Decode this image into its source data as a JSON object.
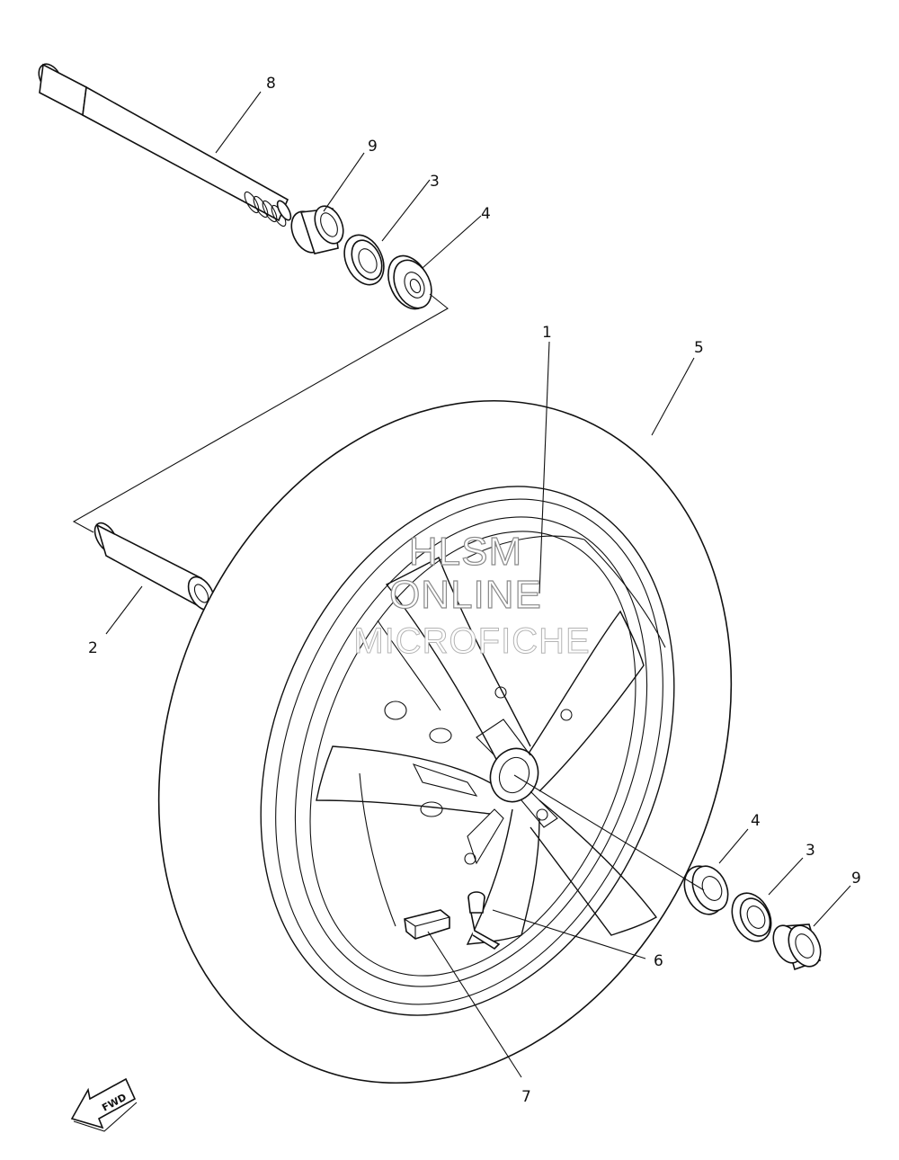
{
  "callouts": [
    {
      "id": "8",
      "label": "8"
    },
    {
      "id": "9-top",
      "label": "9"
    },
    {
      "id": "3-top",
      "label": "3"
    },
    {
      "id": "4-top",
      "label": "4"
    },
    {
      "id": "1",
      "label": "1"
    },
    {
      "id": "5",
      "label": "5"
    },
    {
      "id": "2",
      "label": "2"
    },
    {
      "id": "4-right",
      "label": "4"
    },
    {
      "id": "3-right",
      "label": "3"
    },
    {
      "id": "9-right",
      "label": "9"
    },
    {
      "id": "6",
      "label": "6"
    },
    {
      "id": "7",
      "label": "7"
    }
  ],
  "watermark": {
    "line1": "HLSM",
    "line2": "ONLINE",
    "line3": "MICROFICHE"
  },
  "fwd_label": "FWD"
}
